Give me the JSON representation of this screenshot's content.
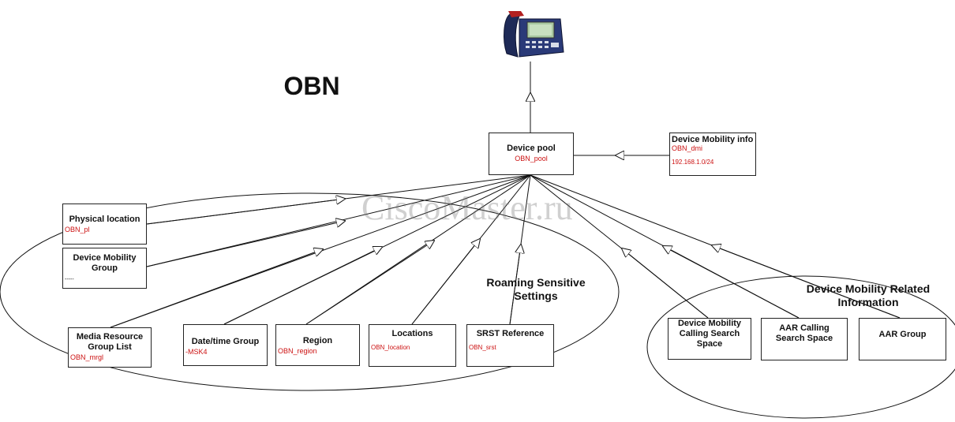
{
  "title": "OBN",
  "watermark": "CiscoMaster.ru",
  "phone_icon": "ip-phone-icon",
  "device_pool": {
    "title": "Device pool",
    "value": "OBN_pool"
  },
  "device_mobility_info": {
    "title": "Device Mobility info",
    "name": "OBN_dmi",
    "subnet": "192.168.1.0/24"
  },
  "physical_location": {
    "title": "Physical location",
    "value": "OBN_pl"
  },
  "device_mobility_group": {
    "title": "Device Mobility Group",
    "value": "-----"
  },
  "media_resource_group_list": {
    "title": "Media Resource Group List",
    "value": "OBN_mrgl"
  },
  "date_time_group": {
    "title": "Date/time Group",
    "value": "-MSK4"
  },
  "region": {
    "title": "Region",
    "value": "OBN_region"
  },
  "locations": {
    "title": "Locations",
    "value": "OBN_location"
  },
  "srst_reference": {
    "title": "SRST Reference",
    "value": "OBN_srst"
  },
  "roaming_label": "Roaming Sensitive Settings",
  "related_label": "Device Mobility Related Information",
  "dm_calling_search_space": {
    "title": "Device Mobility Calling Search Space"
  },
  "aar_calling_search_space": {
    "title": "AAR Calling Search Space"
  },
  "aar_group": {
    "title": "AAR Group"
  },
  "colors": {
    "line": "#111111",
    "value_text": "#cc1111",
    "watermark": "#9a9a9a"
  }
}
